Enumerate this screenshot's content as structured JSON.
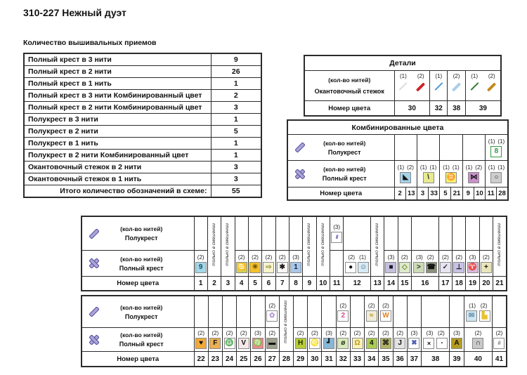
{
  "title": "310-227  Нежный дуэт",
  "subtitle": "Количество вышивальных приемов",
  "labels": {
    "threads": "(кол-во нитей)",
    "half": "Полукрест",
    "full": "Полный крест",
    "edge": "Окантовочный стежок",
    "color_number": "Номер цвета",
    "mix": "только в смешении"
  },
  "stats": {
    "rows": [
      {
        "label": "Полный крест в 3 нити",
        "value": "9"
      },
      {
        "label": "Полный крест в 2 нити",
        "value": "26"
      },
      {
        "label": "Полный крест в 1 нить",
        "value": "1"
      },
      {
        "label": "Полный крест в 3 нити Комбинированный цвет",
        "value": "2"
      },
      {
        "label": "Полный крест в 2 нити Комбинированный цвет",
        "value": "3"
      },
      {
        "label": "Полукрест в 3 нити",
        "value": "1"
      },
      {
        "label": "Полукрест в 2 нити",
        "value": "5"
      },
      {
        "label": "Полукрест в 1 нить",
        "value": "1"
      },
      {
        "label": "Полукрест в 2 нити Комбинированный цвет",
        "value": "1"
      },
      {
        "label": "Окантовочный стежок в 2 нити",
        "value": "3"
      },
      {
        "label": "Окантовочный стежок в 1 нить",
        "value": "3"
      },
      {
        "label": "Итого количество обозначений в схеме:",
        "value": "55",
        "total": true
      }
    ]
  },
  "details": {
    "title": "Детали",
    "groups": [
      {
        "number": "30",
        "strokes": [
          {
            "count": "(1)",
            "color": "#dcdcdc"
          },
          {
            "count": "(2)",
            "color": "#cc2424"
          }
        ]
      },
      {
        "number": "32",
        "strokes": [
          {
            "count": "(1)",
            "color": "#4a9ad8"
          }
        ]
      },
      {
        "number": "38",
        "strokes": [
          {
            "count": "(2)",
            "color": "#a9cde9"
          }
        ]
      },
      {
        "number": "39",
        "strokes": [
          {
            "count": "(1)",
            "color": "#2f7d32"
          },
          {
            "count": "(2)",
            "color": "#c38a1d"
          }
        ]
      }
    ]
  },
  "combined": {
    "title": "Комбинированные цвета",
    "groups": [
      {
        "numbers": [
          "2",
          "13"
        ],
        "half": null,
        "full": {
          "counts": [
            "(1)",
            "(2)"
          ],
          "syms": [
            {
              "g": "◣",
              "bg": "#a6d3ea",
              "fg": "#151515"
            }
          ]
        }
      },
      {
        "numbers": [
          "3",
          "33"
        ],
        "half": null,
        "full": {
          "counts": [
            "(1)",
            "(1)"
          ],
          "syms": [
            {
              "g": "\\",
              "bg": "#e7ea90",
              "fg": "#232323"
            }
          ]
        }
      },
      {
        "numbers": [
          "5",
          "21"
        ],
        "half": null,
        "full": {
          "counts": [
            "(1)",
            "(1)"
          ],
          "syms": [
            {
              "g": "♊",
              "bg": "#f6ef70",
              "fg": "#cf5b2e"
            }
          ]
        }
      },
      {
        "numbers": [
          "9",
          "10"
        ],
        "half": null,
        "full": {
          "counts": [
            "(1)",
            "(2)"
          ],
          "syms": [
            {
              "g": "⋈",
              "bg": "#c791c9",
              "fg": "#151515"
            }
          ]
        }
      },
      {
        "numbers": [
          "11",
          "28"
        ],
        "half": {
          "counts": [
            "(1)",
            "(1)"
          ],
          "syms": [
            {
              "g": "8",
              "bg": "#ffffff",
              "fg": "#2f9a3f",
              "bd": "#2f9a3f"
            }
          ]
        },
        "full": {
          "counts": [
            "(1)",
            "(1)"
          ],
          "syms": [
            {
              "g": "○",
              "bg": "#cdcdcd",
              "fg": "#151515"
            }
          ]
        }
      }
    ]
  },
  "symbol_tables": [
    {
      "columns": [
        {
          "n": "1",
          "full": {
            "counts": [
              "(2)"
            ],
            "syms": [
              {
                "g": "9",
                "bg": "#a4d7e6",
                "fg": "#14506b"
              }
            ]
          }
        },
        {
          "n": "2",
          "mix": true
        },
        {
          "n": "3",
          "mix": true
        },
        {
          "n": "4",
          "full": {
            "counts": [
              "(2)"
            ],
            "syms": [
              {
                "g": "♋",
                "bg": "#d5cf52",
                "fg": "#3f3f12"
              }
            ]
          }
        },
        {
          "n": "5",
          "full": {
            "counts": [
              "(2)"
            ],
            "syms": [
              {
                "g": "✳",
                "bg": "#f2c12c",
                "fg": "#6b4a08"
              }
            ]
          }
        },
        {
          "n": "6",
          "full": {
            "counts": [
              "(2)"
            ],
            "syms": [
              {
                "g": "⇨",
                "bg": "#f7f3cd",
                "fg": "#8c8c3a"
              }
            ]
          }
        },
        {
          "n": "7",
          "full": {
            "counts": [
              "(2)"
            ],
            "syms": [
              {
                "g": "✱",
                "bg": "#fbf6f4",
                "fg": "#1a1a1a"
              }
            ]
          }
        },
        {
          "n": "8",
          "full": {
            "counts": [
              "(3)"
            ],
            "syms": [
              {
                "g": "1",
                "bg": "#a9c8e9",
                "fg": "#10233f"
              }
            ]
          }
        },
        {
          "n": "9",
          "mix": true
        },
        {
          "n": "10",
          "mix": true
        },
        {
          "n": "11",
          "half": {
            "counts": [
              "(3)"
            ],
            "syms": [
              {
                "g": "///",
                "bg": "#ffffff",
                "fg": "#7d6cc0",
                "fz": 7,
                "ls": -1
              }
            ]
          }
        },
        {
          "n": "12",
          "span": 2,
          "full": {
            "counts": [
              "(2)",
              "(1)"
            ],
            "syms": [
              {
                "g": "●",
                "bg": "#ffffff",
                "fg": "#111111"
              },
              {
                "g": "☺",
                "bg": "#d7e9f3",
                "fg": "#3a5a6a"
              }
            ]
          }
        },
        {
          "n": "13",
          "mix": true
        },
        {
          "n": "14",
          "full": {
            "counts": [
              "(3)"
            ],
            "syms": [
              {
                "g": "■",
                "bg": "#c3bfdc",
                "fg": "#17172e"
              }
            ]
          }
        },
        {
          "n": "15",
          "full": {
            "counts": [
              "(2)"
            ],
            "syms": [
              {
                "g": "◇",
                "bg": "#dceacd",
                "fg": "#7a8a28"
              }
            ]
          }
        },
        {
          "n": "16",
          "span": 2,
          "full": {
            "counts": [
              "(3)",
              "(2)"
            ],
            "syms": [
              {
                "g": ">",
                "bg": "#cddab8",
                "fg": "#25381a"
              },
              {
                "g": "☎",
                "bg": "#87917b",
                "fg": "#111111"
              }
            ]
          }
        },
        {
          "n": "17",
          "full": {
            "counts": [
              "(2)"
            ],
            "syms": [
              {
                "g": "✓",
                "bg": "#e7e3f1",
                "fg": "#333333"
              }
            ]
          }
        },
        {
          "n": "18",
          "full": {
            "counts": [
              "(2)"
            ],
            "syms": [
              {
                "g": "⊥",
                "bg": "#c8c2e5",
                "fg": "#111111"
              }
            ]
          }
        },
        {
          "n": "19",
          "full": {
            "counts": [
              "(3)"
            ],
            "syms": [
              {
                "g": "♈",
                "bg": "#dab9da",
                "fg": "#70307e"
              }
            ]
          }
        },
        {
          "n": "20",
          "full": {
            "counts": [
              "(2)"
            ],
            "syms": [
              {
                "g": "+",
                "bg": "#e9e5bb",
                "fg": "#111111"
              }
            ]
          }
        },
        {
          "n": "21",
          "mix": true
        }
      ]
    },
    {
      "columns": [
        {
          "n": "22",
          "full": {
            "counts": [
              "(2)"
            ],
            "syms": [
              {
                "g": "♥",
                "bg": "#f1a93b",
                "fg": "#111111"
              }
            ]
          }
        },
        {
          "n": "23",
          "full": {
            "counts": [
              "(2)"
            ],
            "syms": [
              {
                "g": "F",
                "bg": "#e9b055",
                "fg": "#111111"
              }
            ]
          }
        },
        {
          "n": "24",
          "full": {
            "counts": [
              "(2)"
            ],
            "syms": [
              {
                "g": "♎",
                "bg": "#ffffff",
                "fg": "#2a2a2a"
              }
            ]
          }
        },
        {
          "n": "25",
          "full": {
            "counts": [
              "(2)"
            ],
            "syms": [
              {
                "g": "V",
                "bg": "#f6e8e8",
                "fg": "#111111"
              }
            ]
          }
        },
        {
          "n": "26",
          "full": {
            "counts": [
              "(3)"
            ],
            "syms": [
              {
                "g": "♍",
                "bg": "#ea8c8c",
                "fg": "#7c1520"
              }
            ]
          }
        },
        {
          "n": "27",
          "half": {
            "counts": [
              "(2)"
            ],
            "syms": [
              {
                "g": "✿",
                "bg": "#ffffff",
                "fg": "#b49ad2"
              }
            ]
          },
          "full": {
            "counts": [
              "(2)"
            ],
            "syms": [
              {
                "g": "▬",
                "bg": "#9ba18c",
                "fg": "#111111"
              }
            ]
          }
        },
        {
          "n": "28",
          "mix": true
        },
        {
          "n": "29",
          "full": {
            "counts": [
              "(2)"
            ],
            "syms": [
              {
                "g": "H",
                "bg": "#b8cc3a",
                "fg": "#202e00"
              }
            ]
          }
        },
        {
          "n": "30",
          "full": {
            "counts": [
              "(2)"
            ],
            "syms": [
              {
                "g": "♌",
                "bg": "#ffffff",
                "fg": "#d0699c"
              }
            ]
          }
        },
        {
          "n": "31",
          "full": {
            "counts": [
              "(3)"
            ],
            "syms": [
              {
                "g": "┛",
                "bg": "#88b7d6",
                "fg": "#111111"
              }
            ]
          }
        },
        {
          "n": "32",
          "half": {
            "counts": [
              "(2)"
            ],
            "syms": [
              {
                "g": "2",
                "bg": "#ffffff",
                "fg": "#d84b8c"
              }
            ]
          },
          "full": {
            "counts": [
              "(2)"
            ],
            "syms": [
              {
                "g": "ø",
                "bg": "#d9e9bd",
                "fg": "#2a3a1a"
              }
            ]
          }
        },
        {
          "n": "33",
          "full": {
            "counts": [
              "(2)"
            ],
            "syms": [
              {
                "g": "Ω",
                "bg": "#f7f1b5",
                "fg": "#bb9410"
              }
            ]
          }
        },
        {
          "n": "34",
          "half": {
            "counts": [
              "(2)"
            ],
            "syms": [
              {
                "g": "≈",
                "bg": "#f1ecd9",
                "fg": "#bb9410"
              }
            ]
          },
          "full": {
            "counts": [
              "(2)"
            ],
            "syms": [
              {
                "g": "4",
                "bg": "#abca50",
                "fg": "#111111"
              }
            ]
          }
        },
        {
          "n": "35",
          "half": {
            "counts": [
              "(2)"
            ],
            "syms": [
              {
                "g": "W",
                "bg": "#ffffff",
                "fg": "#e07f1f"
              }
            ]
          },
          "full": {
            "counts": [
              "(2)"
            ],
            "syms": [
              {
                "g": "⌘",
                "bg": "#b1b166",
                "fg": "#111111"
              }
            ]
          }
        },
        {
          "n": "36",
          "full": {
            "counts": [
              "(2)"
            ],
            "syms": [
              {
                "g": "J",
                "bg": "#e3e3e3",
                "fg": "#111111"
              }
            ]
          }
        },
        {
          "n": "37",
          "full": {
            "counts": [
              "(3)"
            ],
            "syms": [
              {
                "g": "✖",
                "bg": "#ffffff",
                "fg": "#4a5cb4"
              }
            ]
          }
        },
        {
          "n": "38",
          "span": 2,
          "full": {
            "counts": [
              "(3)",
              "(2)"
            ],
            "syms": [
              {
                "g": "×",
                "bg": "#ffffff",
                "fg": "#111111",
                "fz": 9
              },
              {
                "g": "•",
                "bg": "#ffffff",
                "fg": "#111111",
                "fz": 6
              }
            ]
          }
        },
        {
          "n": "39",
          "full": {
            "counts": [
              "(3)"
            ],
            "syms": [
              {
                "g": "A",
                "bg": "#b39b20",
                "fg": "#111111"
              }
            ]
          }
        },
        {
          "n": "40",
          "span": 2,
          "half": {
            "counts": [
              "(1)",
              "(2)"
            ],
            "syms": [
              {
                "g": "✉",
                "bg": "#cfe6f2",
                "fg": "#5c8aa8"
              },
              {
                "g": "▙",
                "bg": "#ffffff",
                "fg": "#e8c230"
              }
            ]
          },
          "full": {
            "counts": [
              "(2)"
            ],
            "syms": [
              {
                "g": "∩",
                "bg": "#c9c9c9",
                "fg": "#111111"
              }
            ]
          }
        },
        {
          "n": "41",
          "full": {
            "counts": [
              "(2)"
            ],
            "syms": [
              {
                "g": "#",
                "bg": "#ffffff",
                "fg": "#777777",
                "fz": 8,
                "it": true
              }
            ]
          }
        }
      ]
    }
  ]
}
